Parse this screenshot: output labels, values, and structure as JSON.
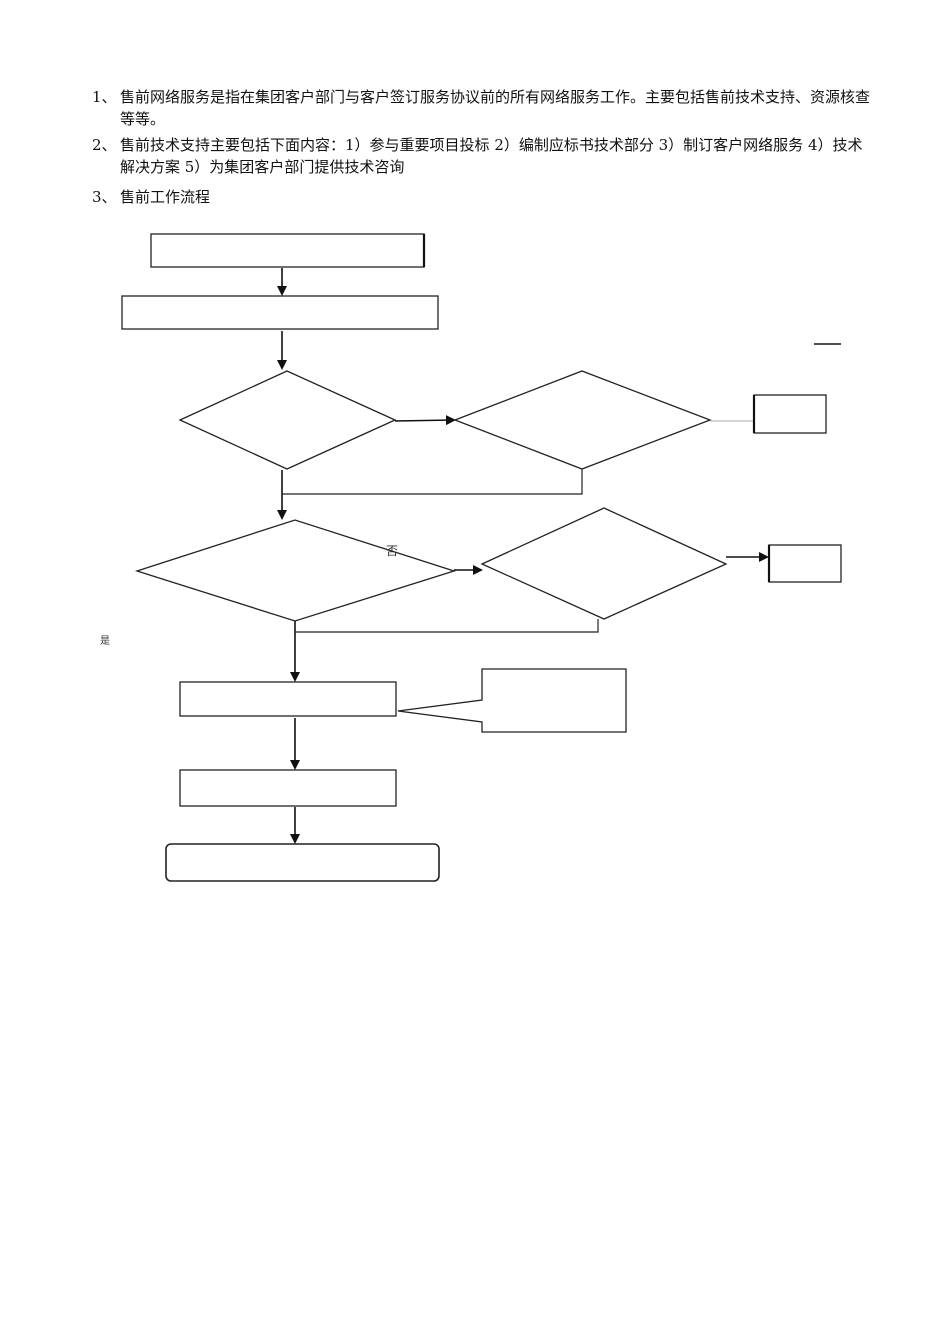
{
  "document": {
    "items": [
      {
        "number": "1、",
        "text": "售前网络服务是指在集团客户部门与客户签订服务协议前的所有网络服务工作。主要包括售前技术支持、资源核查等等。"
      },
      {
        "number": "2、",
        "text": "售前技术支持主要包括下面内容：1）参与重要项目投标 2）编制应标书技术部分 3）制订客户网络服务 4）技术解决方案 5）为集团客户部门提供技术咨询"
      },
      {
        "number": "3、",
        "text": "售前工作流程"
      }
    ]
  },
  "flowchart": {
    "labels": {
      "no": "否",
      "yes": "是"
    },
    "colors": {
      "stroke": "#222222",
      "fill": "#ffffff"
    }
  }
}
